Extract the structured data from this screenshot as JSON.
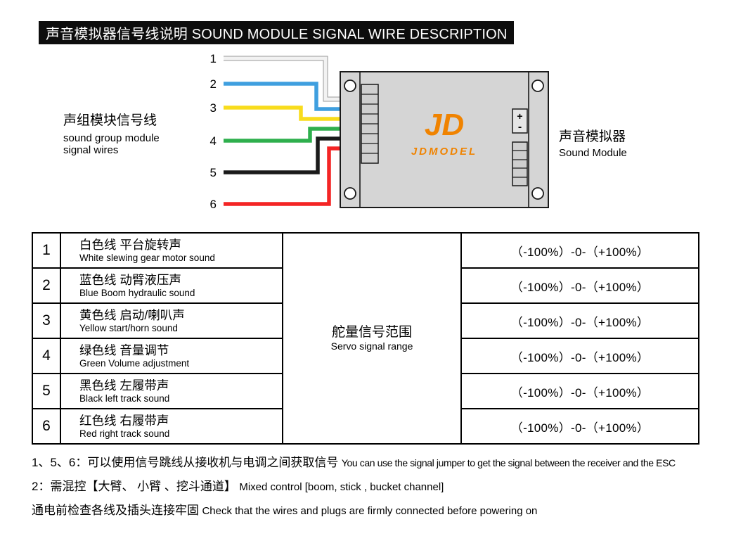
{
  "header": {
    "title": "声音模拟器信号线说明 SOUND MODULE SIGNAL WIRE DESCRIPTION"
  },
  "colors": {
    "header_bg": "#0d0d0d",
    "module_body": "#d5d5d5",
    "logo_orange": "#f08300"
  },
  "diagram": {
    "left_label": {
      "zh": "声组模块信号线",
      "en1": "sound group module",
      "en2": "signal wires"
    },
    "right_label": {
      "zh": "声音模拟器",
      "en": "Sound Module"
    },
    "logo": {
      "monogram": "JD",
      "text": "JDMODEL",
      "color": "#f08300"
    },
    "terminal": {
      "plus": "+",
      "minus": "-"
    },
    "wires": [
      {
        "num": "1",
        "name": "white wire",
        "color": "#f2f2f2"
      },
      {
        "num": "2",
        "name": "blue wire",
        "color": "#3f9fdf"
      },
      {
        "num": "3",
        "name": "yellow wire",
        "color": "#f8dc1c"
      },
      {
        "num": "4",
        "name": "green wire",
        "color": "#2eaf4d"
      },
      {
        "num": "5",
        "name": "black wire",
        "color": "#1a1a1a"
      },
      {
        "num": "6",
        "name": "red wire",
        "color": "#f42525"
      }
    ]
  },
  "table": {
    "middle": {
      "zh": "舵量信号范围",
      "en": "Servo signal range"
    },
    "rows": [
      {
        "num": "1",
        "zh": "白色线 平台旋转声",
        "en": "White slewing gear motor sound",
        "range": "（-100%）-0-（+100%）"
      },
      {
        "num": "2",
        "zh": "蓝色线 动臂液压声",
        "en": "Blue Boom hydraulic sound",
        "range": "（-100%）-0-（+100%）"
      },
      {
        "num": "3",
        "zh": "黄色线 启动/喇叭声",
        "en": "Yellow start/horn sound",
        "range": "（-100%）-0-（+100%）"
      },
      {
        "num": "4",
        "zh": "绿色线 音量调节",
        "en": "Green Volume adjustment",
        "range": "（-100%）-0-（+100%）"
      },
      {
        "num": "5",
        "zh": "黑色线 左履带声",
        "en": "Black left track sound",
        "range": "（-100%）-0-（+100%）"
      },
      {
        "num": "6",
        "zh": "红色线 右履带声",
        "en": "Red right track sound",
        "range": "（-100%）-0-（+100%）"
      }
    ]
  },
  "notes": [
    {
      "zh": "1、5、6：可以使用信号跳线从接收机与电调之间获取信号",
      "en": "You can use the signal jumper to get the signal between the receiver and the ESC"
    },
    {
      "zh": "2：需混控【大臂、  小臂 、挖斗通道】",
      "en": "Mixed control [boom, stick , bucket channel]"
    },
    {
      "zh": "通电前检查各线及插头连接牢固",
      "en": "Check that the wires and plugs are firmly connected before powering on"
    }
  ]
}
